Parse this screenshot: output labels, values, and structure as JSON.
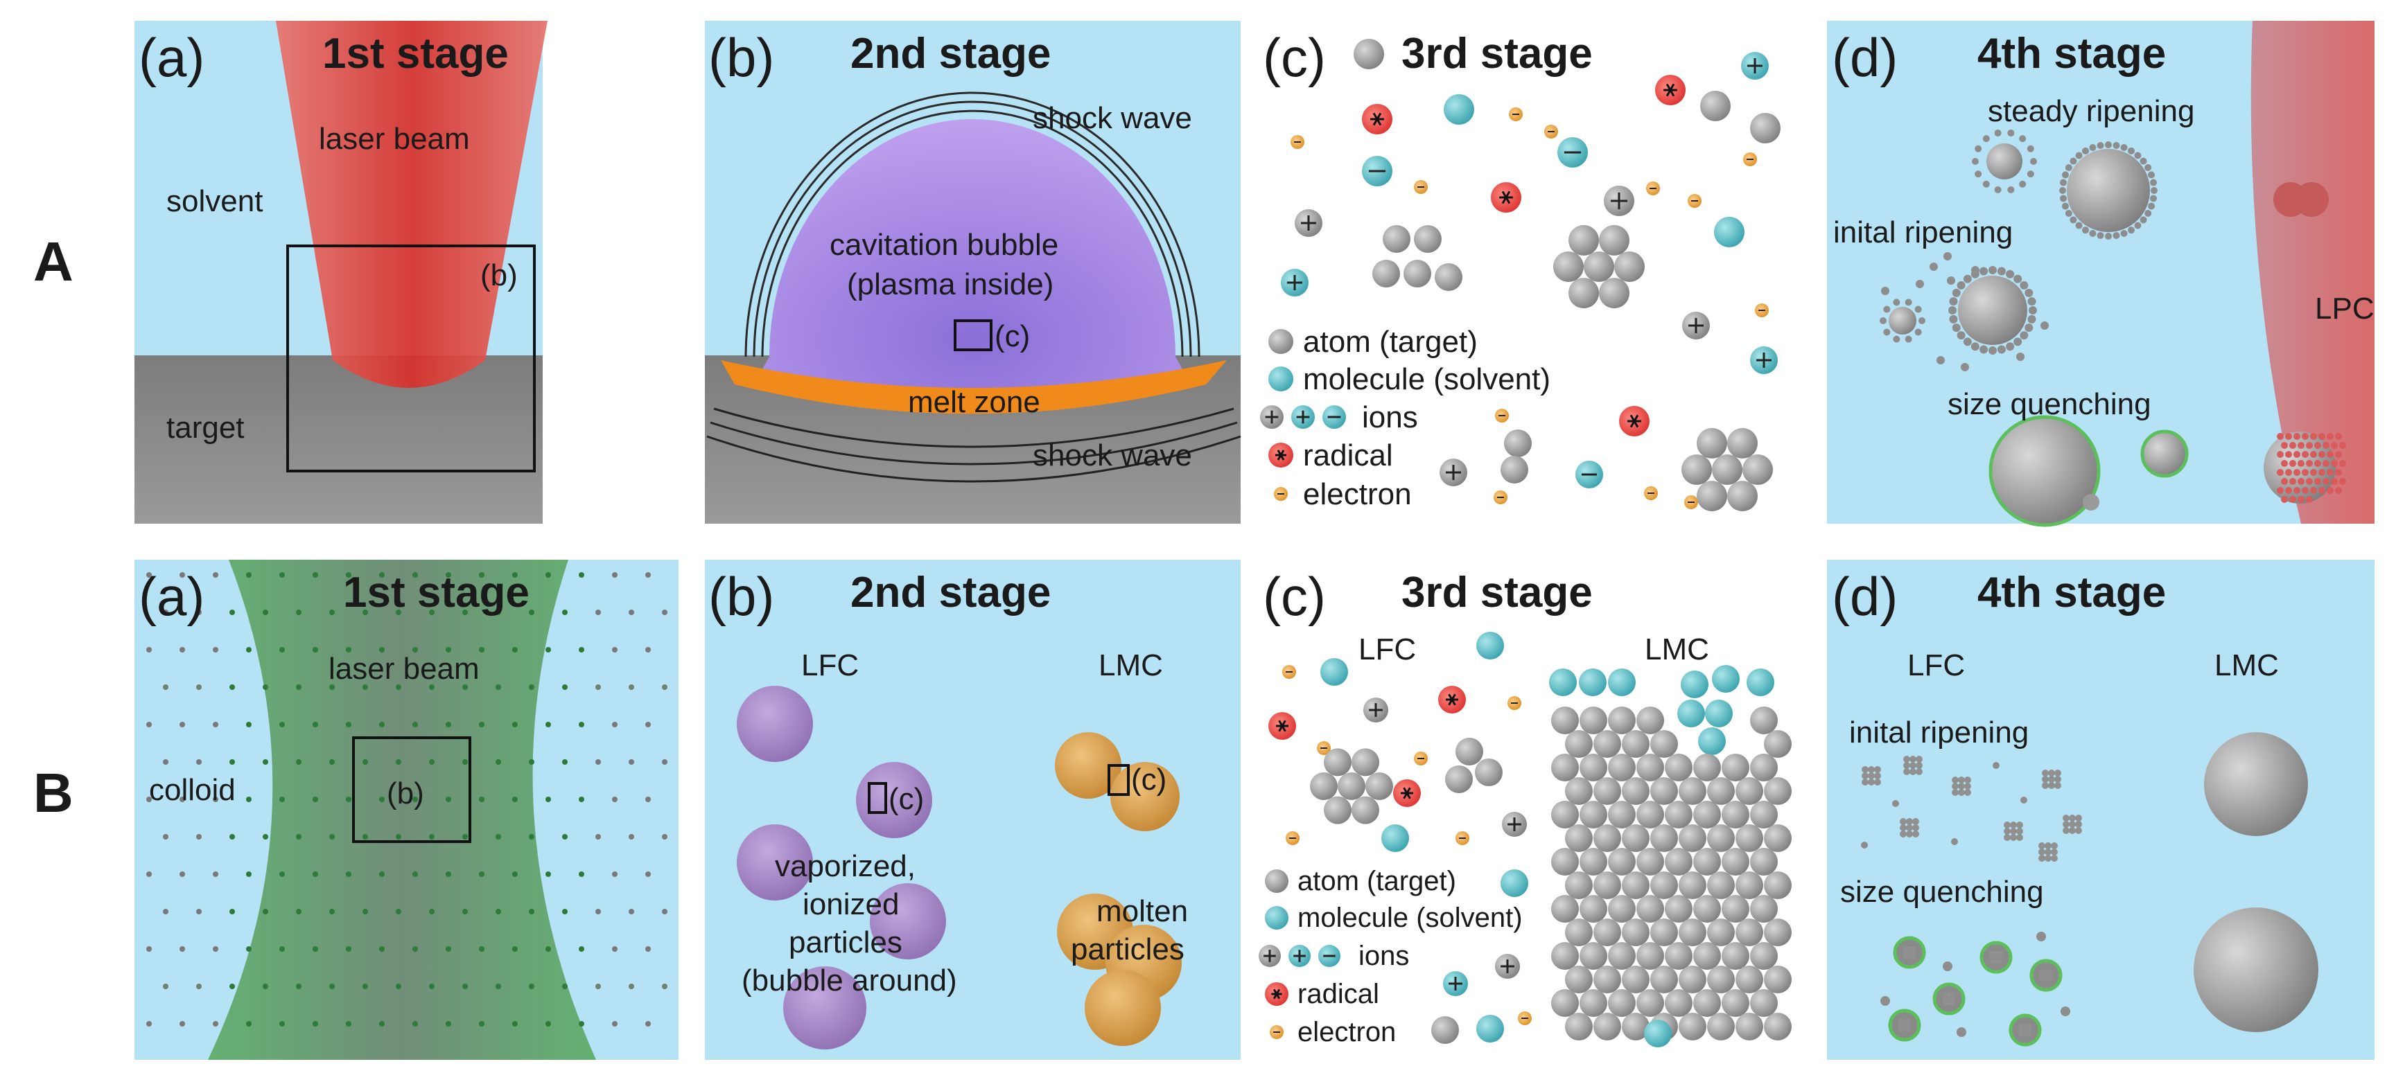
{
  "row_labels": [
    "A",
    "B"
  ],
  "rowA": {
    "a": {
      "letter": "(a)",
      "title": "1st stage",
      "laser": "laser beam",
      "solvent": "solvent",
      "inset": "(b)",
      "target": "target"
    },
    "b": {
      "letter": "(b)",
      "title": "2nd stage",
      "shock_top": "shock wave",
      "bubble_line1": "cavitation bubble",
      "bubble_line2": "(plasma inside)",
      "inset": "(c)",
      "melt": "melt zone",
      "shock_bottom": "shock wave"
    },
    "c": {
      "letter": "(c)",
      "title": "3rd stage",
      "legend": {
        "atom": "atom (target)",
        "molecule": "molecule (solvent)",
        "ions": "ions",
        "radical": "radical",
        "electron": "electron"
      }
    },
    "d": {
      "letter": "(d)",
      "title": "4th stage",
      "steady": "steady ripening",
      "initial": "inital ripening",
      "quench": "size quenching",
      "lpc": "LPC"
    }
  },
  "rowB": {
    "a": {
      "letter": "(a)",
      "title": "1st stage",
      "laser": "laser beam",
      "colloid": "colloid",
      "inset": "(b)"
    },
    "b": {
      "letter": "(b)",
      "title": "2nd stage",
      "lfc": "LFC",
      "lmc": "LMC",
      "inset_left": "(c)",
      "inset_right": "(c)",
      "vap1": "vaporized,",
      "vap2": "ionized",
      "vap3": "particles",
      "vap4": "(bubble around)",
      "mol1": "molten",
      "mol2": "particles"
    },
    "c": {
      "letter": "(c)",
      "title": "3rd stage",
      "lfc": "LFC",
      "lmc": "LMC",
      "legend": {
        "atom": "atom (target)",
        "molecule": "molecule (solvent)",
        "ions": "ions",
        "radical": "radical",
        "electron": "electron"
      }
    },
    "d": {
      "letter": "(d)",
      "title": "4th stage",
      "lfc": "LFC",
      "lmc": "LMC",
      "initial": "inital ripening",
      "quench": "size quenching"
    }
  },
  "colors": {
    "sky": "#b6e2f5",
    "target_gray": "#8a8a8a",
    "laser_red": "#e0413a",
    "laser_green": "#4c9a5a",
    "bubble": "#b090e0",
    "melt": "#f08a1a",
    "teal": "#5cbfc8",
    "radical_red": "#e23c3c",
    "electron_orange": "#e59a2a",
    "atom_gray": "#a8a8a8",
    "particle_gold": "#d9a04a",
    "particle_purple": "#a68bc4"
  }
}
